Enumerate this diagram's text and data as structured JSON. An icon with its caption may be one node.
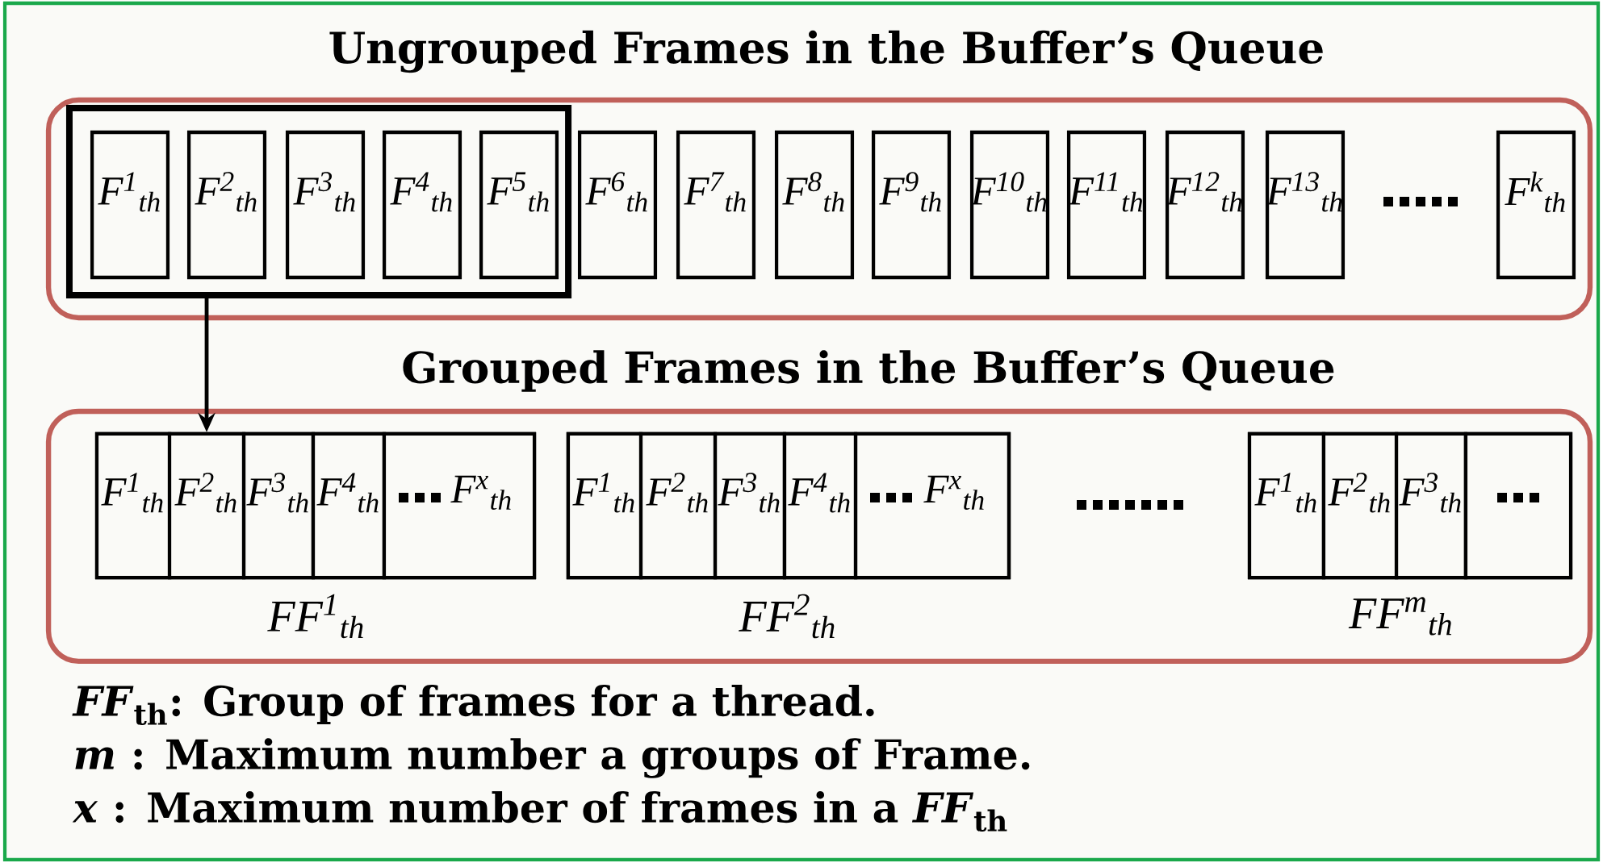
{
  "diagram": {
    "nodes": [
      {
        "text": [
          "Ungrouped Frames in the Buffer’s Queue"
        ]
      },
      {
        "text": [],
        "shape": "box",
        "in": 0
      },
      {
        "text": [
          "F$^{1}$$_{th}$"
        ],
        "in": 1
      },
      {
        "text": [
          "F$^{2}$$_{th}$"
        ],
        "in": 1
      },
      {
        "text": [
          "F$^{3}$$_{th}$"
        ],
        "in": 1
      },
      {
        "text": [
          "F$^{4}$$_{th}$"
        ],
        "in": 1
      },
      {
        "text": [
          "F$^{5}$$_{th}$"
        ],
        "in": 1
      },
      {
        "text": [
          "F$^{6}$$_{th}$"
        ],
        "in": 0
      },
      {
        "text": [
          "F$^{7}$$_{th}$"
        ],
        "in": 0
      },
      {
        "text": [
          "F$^{8}$$_{th}$"
        ],
        "in": 0
      },
      {
        "text": [
          "F$^{9}$$_{th}$"
        ],
        "in": 0
      },
      {
        "text": [
          "F$^{10}$$_{th}$"
        ],
        "in": 0
      },
      {
        "text": [
          "F$^{11}$$_{th}$"
        ],
        "in": 0
      },
      {
        "text": [
          "F$^{12}$$_{th}$"
        ],
        "in": 0
      },
      {
        "text": [
          "F$^{13}$$_{th}$"
        ],
        "in": 0
      },
      {
        "text": [
          "F$^{k}$$_{th}$"
        ],
        "in": 0
      },
      {
        "text": [
          "Grouped Frames in the Buffer’s Queue"
        ]
      },
      {
        "text": [],
        "shape": "box",
        "in": 16,
        "beside": [
          "FF$^{1}$$_{th}$"
        ]
      },
      {
        "text": [
          "F$^{1}$$_{th}$"
        ],
        "in": 17
      },
      {
        "text": [
          "F$^{2}$$_{th}$"
        ],
        "in": 17
      },
      {
        "text": [
          "F$^{3}$$_{th}$"
        ],
        "in": 17
      },
      {
        "text": [
          "F$^{4}$$_{th}$"
        ],
        "in": 17
      },
      {
        "text": [
          "F$^{x}$$_{th}$"
        ],
        "in": 17
      },
      {
        "text": [],
        "shape": "box",
        "in": 16,
        "beside": [
          "FF$^{2}$$_{th}$"
        ]
      },
      {
        "text": [
          "F$^{1}$$_{th}$"
        ],
        "in": 23
      },
      {
        "text": [
          "F$^{2}$$_{th}$"
        ],
        "in": 23
      },
      {
        "text": [
          "F$^{3}$$_{th}$"
        ],
        "in": 23
      },
      {
        "text": [
          "F$^{4}$$_{th}$"
        ],
        "in": 23
      },
      {
        "text": [
          "F$^{x}$$_{th}$"
        ],
        "in": 23
      },
      {
        "text": [],
        "shape": "box",
        "in": 16,
        "beside": [
          "FF$^{m}$$_{th}$"
        ]
      },
      {
        "text": [
          "F$^{1}$$_{th}$"
        ],
        "in": 29
      },
      {
        "text": [
          "F$^{2}$$_{th}$"
        ],
        "in": 29
      },
      {
        "text": [
          "F$^{3}$$_{th}$"
        ],
        "in": 29
      },
      {
        "text": [],
        "shape": "box",
        "in": 29
      }
    ],
    "edges": [
      {
        "from": 1,
        "to": 19,
        "arrow": "to"
      }
    ],
    "labels": [
      "*FF*$_{th}$: Group of frames for a thread.",
      "*m* : Maximum number a groups of Frame.",
      "*x* : Maximum number of frames in a *FF*$_{th}$"
    ]
  }
}
